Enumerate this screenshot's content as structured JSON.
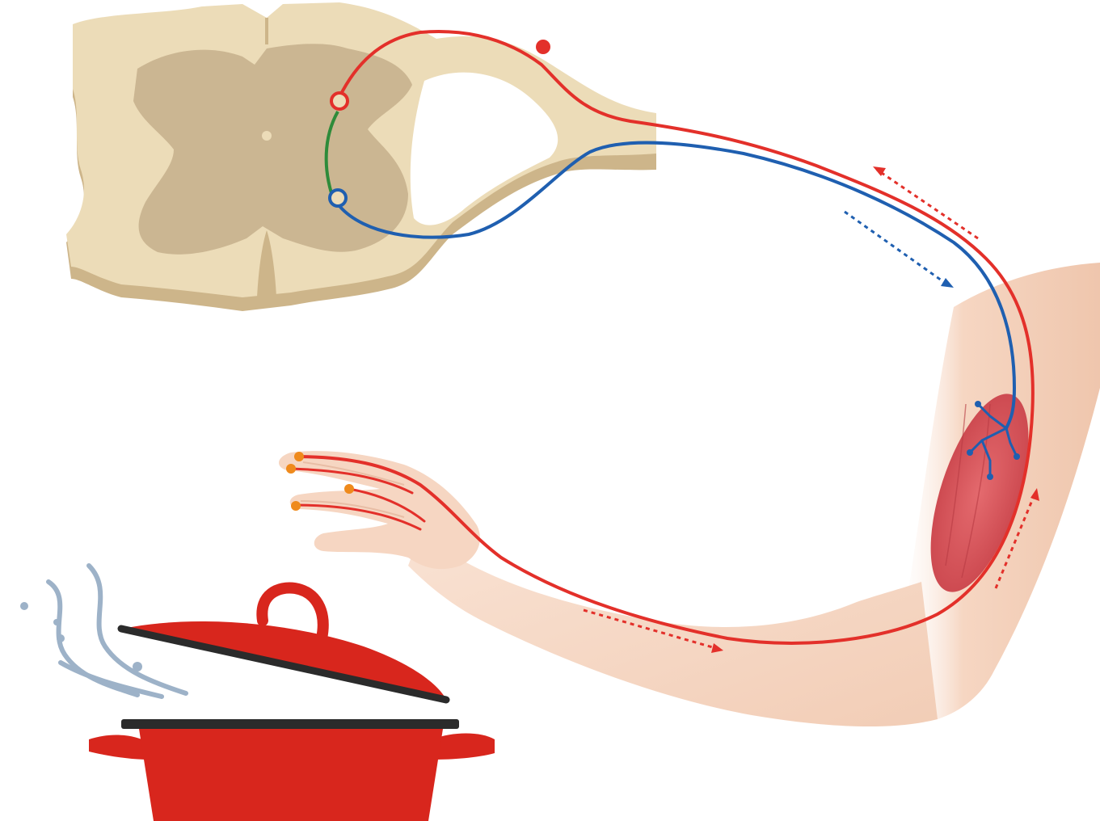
{
  "diagram": {
    "type": "reflex-arc-illustration",
    "labels": [],
    "colors": {
      "background": "#ffffff",
      "spinal_white_matter": "#ecdcb8",
      "spinal_white_matter_edge": "#cdb58a",
      "spinal_grey_matter": "#cbb692",
      "sensory_neuron": "#e3302a",
      "motor_neuron": "#1f5fb0",
      "interneuron": "#2e8b3a",
      "skin": "#f6d6c2",
      "muscle": "#d9545a",
      "pot_body": "#d8261d",
      "pot_rim": "#2b2b2b",
      "steam": "#9db2c8",
      "receptor_dots": "#ef8a1c"
    },
    "components": [
      "spinal-cord-cross-section",
      "sensory-neuron-pathway",
      "interneuron",
      "motor-neuron-pathway",
      "arm",
      "biceps-muscle",
      "hand",
      "pain-receptors",
      "hot-pot",
      "steam"
    ],
    "signal_directions": [
      "receptor-to-spinal-cord",
      "spinal-cord-to-muscle"
    ]
  }
}
